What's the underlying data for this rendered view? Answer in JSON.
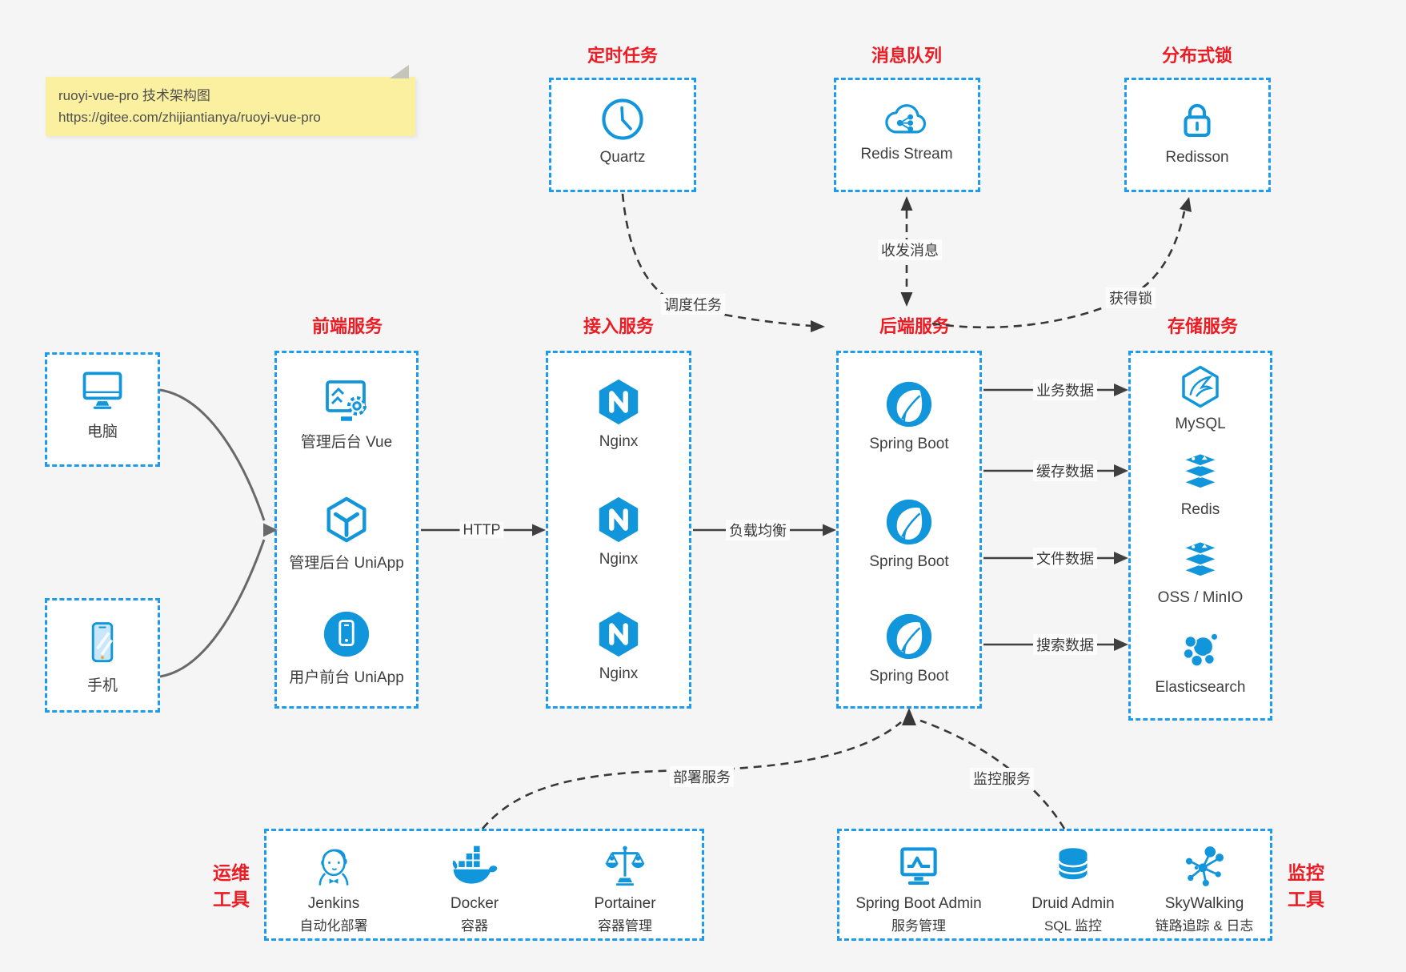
{
  "meta": {
    "title": "ruoyi-vue-pro 技术架构图",
    "colors": {
      "accent_blue": "#1296db",
      "border_blue": "#1c9bef",
      "title_red": "#ec1c24",
      "note_bg": "#faf0a0",
      "arrow_dark": "#404040"
    }
  },
  "note": {
    "line1": "ruoyi-vue-pro 技术架构图",
    "line2": "https://gitee.com/zhijiantianya/ruoyi-vue-pro"
  },
  "top_services": [
    {
      "title": "定时任务",
      "item": "Quartz",
      "icon": "clock-icon"
    },
    {
      "title": "消息队列",
      "item": "Redis Stream",
      "icon": "cloud-mq-icon"
    },
    {
      "title": "分布式锁",
      "item": "Redisson",
      "icon": "lock-icon"
    }
  ],
  "clients": [
    {
      "label": "电脑",
      "icon": "desktop-icon"
    },
    {
      "label": "手机",
      "icon": "mobile-icon"
    }
  ],
  "frontend": {
    "title": "前端服务",
    "items": [
      {
        "label": "管理后台 Vue",
        "icon": "admin-dashboard-icon"
      },
      {
        "label": "管理后台 UniApp",
        "icon": "uniapp-cube-icon"
      },
      {
        "label": "用户前台 UniApp",
        "icon": "user-app-icon"
      }
    ]
  },
  "gateway": {
    "title": "接入服务",
    "items": [
      "Nginx",
      "Nginx",
      "Nginx"
    ]
  },
  "backend": {
    "title": "后端服务",
    "items": [
      "Spring Boot",
      "Spring Boot",
      "Spring Boot"
    ]
  },
  "storage": {
    "title": "存储服务",
    "items": [
      {
        "label": "MySQL",
        "icon": "mysql-icon"
      },
      {
        "label": "Redis",
        "icon": "redis-icon"
      },
      {
        "label": "OSS / MinIO",
        "icon": "oss-icon"
      },
      {
        "label": "Elasticsearch",
        "icon": "elasticsearch-icon"
      }
    ]
  },
  "ops": {
    "title1": "运维",
    "title2": "工具",
    "items": [
      {
        "name": "Jenkins",
        "desc": "自动化部署",
        "icon": "jenkins-icon"
      },
      {
        "name": "Docker",
        "desc": "容器",
        "icon": "docker-icon"
      },
      {
        "name": "Portainer",
        "desc": "容器管理",
        "icon": "portainer-icon"
      }
    ]
  },
  "monitor": {
    "title1": "监控",
    "title2": "工具",
    "items": [
      {
        "name": "Spring Boot Admin",
        "desc": "服务管理",
        "icon": "monitor-chart-icon"
      },
      {
        "name": "Druid Admin",
        "desc": "SQL 监控",
        "icon": "database-icon"
      },
      {
        "name": "SkyWalking",
        "desc": "链路追踪 & 日志",
        "icon": "molecule-icon"
      }
    ]
  },
  "edges": {
    "http": "HTTP",
    "lb": "负载均衡",
    "biz": "业务数据",
    "cache": "缓存数据",
    "file": "文件数据",
    "search": "搜索数据",
    "schedule": "调度任务",
    "mq": "收发消息",
    "lock": "获得锁",
    "deploy": "部署服务",
    "monitor": "监控服务"
  }
}
